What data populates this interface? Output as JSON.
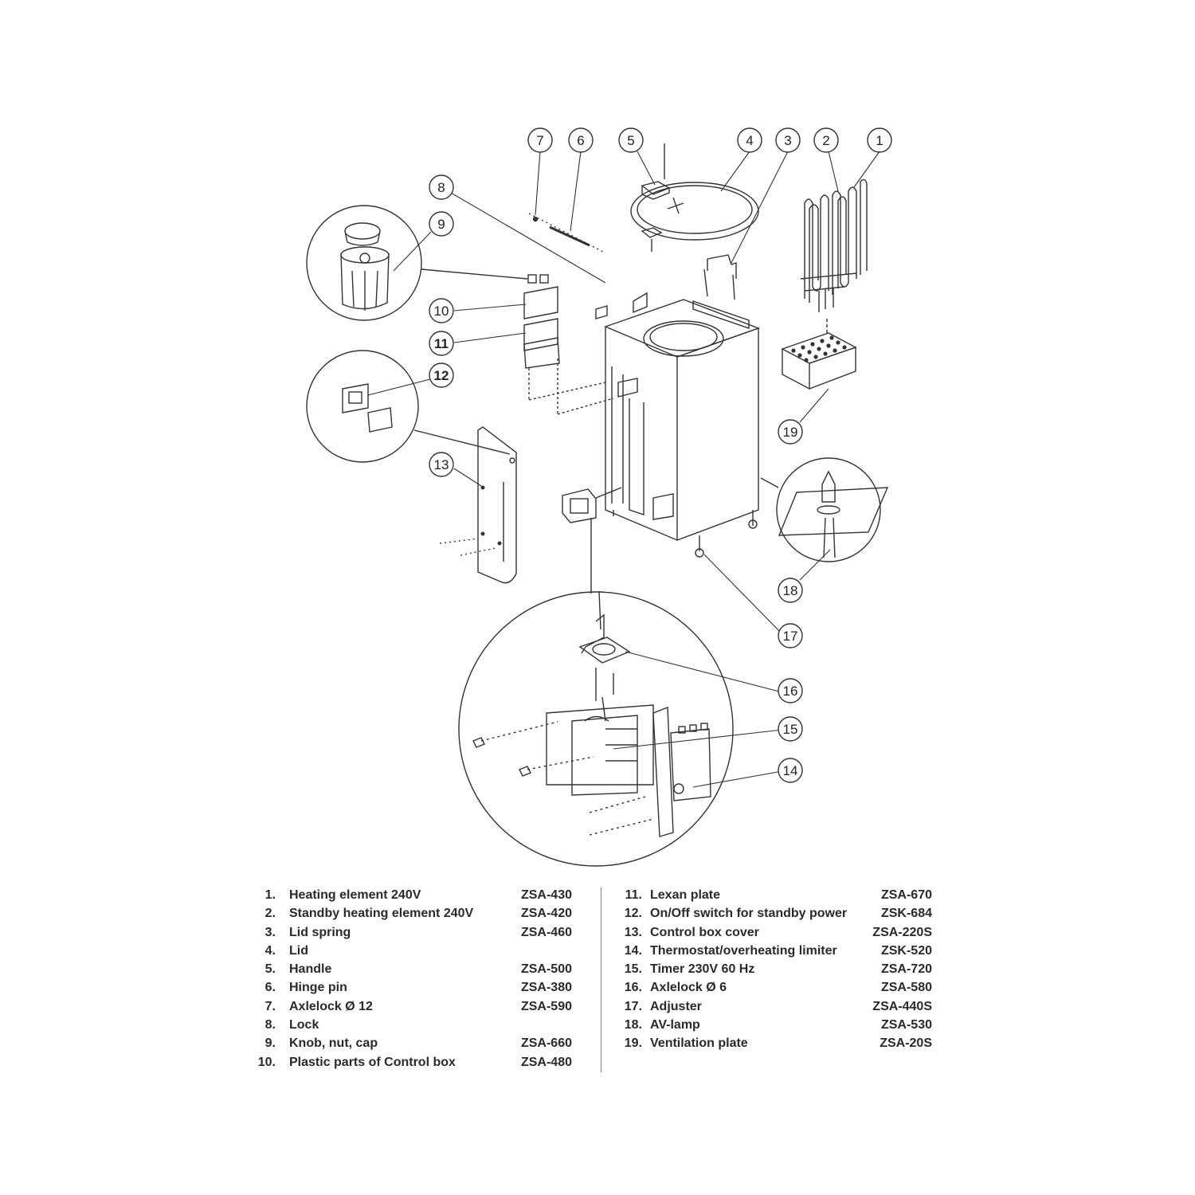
{
  "callouts": [
    "1",
    "2",
    "3",
    "4",
    "5",
    "6",
    "7",
    "8",
    "9",
    "10",
    "11",
    "12",
    "13",
    "14",
    "15",
    "16",
    "17",
    "18",
    "19"
  ],
  "parts_left": [
    {
      "num": "1.",
      "name": "Heating element 240V",
      "code": "ZSA-430"
    },
    {
      "num": "2.",
      "name": "Standby heating element 240V",
      "code": "ZSA-420"
    },
    {
      "num": "3.",
      "name": "Lid spring",
      "code": "ZSA-460"
    },
    {
      "num": "4.",
      "name": "Lid",
      "code": ""
    },
    {
      "num": "5.",
      "name": "Handle",
      "code": "ZSA-500"
    },
    {
      "num": "6.",
      "name": "Hinge pin",
      "code": "ZSA-380"
    },
    {
      "num": "7.",
      "name": "Axlelock Ø 12",
      "code": "ZSA-590"
    },
    {
      "num": "8.",
      "name": "Lock",
      "code": ""
    },
    {
      "num": "9.",
      "name": "Knob, nut, cap",
      "code": "ZSA-660"
    },
    {
      "num": "10.",
      "name": "Plastic parts of Control box",
      "code": "ZSA-480"
    }
  ],
  "parts_right": [
    {
      "num": "11.",
      "name": "Lexan plate",
      "code": "ZSA-670"
    },
    {
      "num": "12.",
      "name": "On/Off switch for standby power",
      "code": "ZSK-684"
    },
    {
      "num": "13.",
      "name": "Control box cover",
      "code": "ZSA-220S"
    },
    {
      "num": "14.",
      "name": "Thermostat/overheating limiter",
      "code": "ZSK-520"
    },
    {
      "num": "15.",
      "name": "Timer 230V 60 Hz",
      "code": "ZSA-720"
    },
    {
      "num": "16.",
      "name": "Axlelock Ø 6",
      "code": "ZSA-580"
    },
    {
      "num": "17.",
      "name": "Adjuster",
      "code": "ZSA-440S"
    },
    {
      "num": "18.",
      "name": "AV-lamp",
      "code": "ZSA-530"
    },
    {
      "num": "19.",
      "name": "Ventilation plate",
      "code": "ZSA-20S"
    }
  ]
}
